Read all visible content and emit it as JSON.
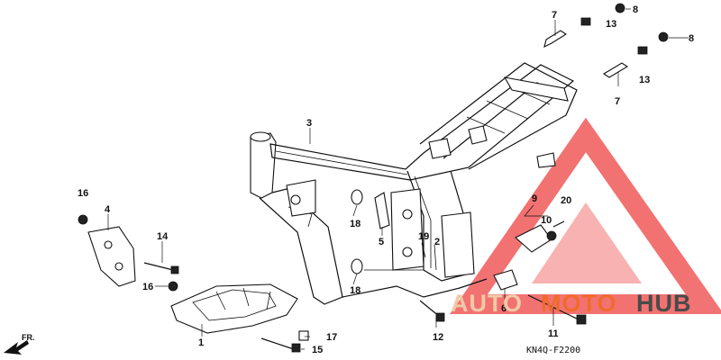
{
  "diagram": {
    "code": "KN4Q-F2200",
    "direction_label": "FR.",
    "watermark": {
      "text_part_1": "AUTO",
      "text_part_2": "MOTO",
      "text_part_3": "HUB",
      "colors": {
        "auto": "#f1c9a6",
        "moto": "#f06a2d",
        "hub": "#4a4a4a",
        "triangle": "#f05a5a"
      }
    },
    "callouts": [
      {
        "id": "c-1",
        "number": "1"
      },
      {
        "id": "c-2",
        "number": "2"
      },
      {
        "id": "c-3",
        "number": "3"
      },
      {
        "id": "c-4",
        "number": "4"
      },
      {
        "id": "c-5",
        "number": "5"
      },
      {
        "id": "c-6",
        "number": "6"
      },
      {
        "id": "c-7a",
        "number": "7"
      },
      {
        "id": "c-7b",
        "number": "7"
      },
      {
        "id": "c-8a",
        "number": "8"
      },
      {
        "id": "c-8b",
        "number": "8"
      },
      {
        "id": "c-9",
        "number": "9"
      },
      {
        "id": "c-10",
        "number": "10"
      },
      {
        "id": "c-11",
        "number": "11"
      },
      {
        "id": "c-12",
        "number": "12"
      },
      {
        "id": "c-13a",
        "number": "13"
      },
      {
        "id": "c-13b",
        "number": "13"
      },
      {
        "id": "c-14",
        "number": "14"
      },
      {
        "id": "c-15",
        "number": "15"
      },
      {
        "id": "c-16a",
        "number": "16"
      },
      {
        "id": "c-16b",
        "number": "16"
      },
      {
        "id": "c-17",
        "number": "17"
      },
      {
        "id": "c-18a",
        "number": "18"
      },
      {
        "id": "c-18b",
        "number": "18"
      },
      {
        "id": "c-19",
        "number": "19"
      },
      {
        "id": "c-20",
        "number": "20"
      }
    ]
  }
}
